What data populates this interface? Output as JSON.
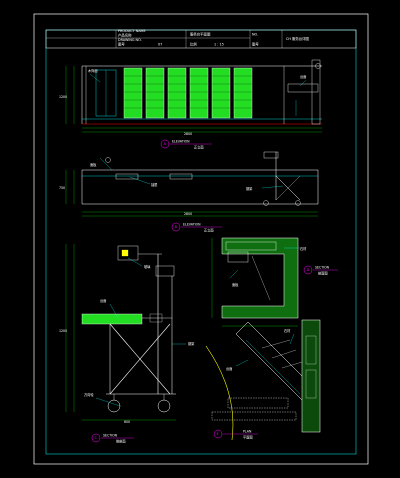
{
  "title_block": {
    "product_name_label": "PRODUCT NAME",
    "product_name_value": "产品名称",
    "drawing_title": "服务台平面图",
    "drawing_no_label": "DRAWING NO.",
    "drawing_no_value": "图号",
    "sheet_code": "07",
    "scale_label": "比例",
    "scale_value": "1 : 15",
    "right_cell_top": "NO.",
    "right_cell_bottom": "图号",
    "right_title": "CH 服务台详图"
  },
  "views": {
    "elevation_top": {
      "number": "A",
      "title": "ELEVATION",
      "subtitle": "正立面"
    },
    "elevation_middle": {
      "number": "B",
      "title": "ELEVATION",
      "subtitle": "正立面"
    },
    "section_left": {
      "number": "C",
      "title": "SECTION",
      "subtitle": "侧剖面"
    },
    "section_right": {
      "number": "D",
      "title": "SECTION",
      "subtitle": "剖面图"
    },
    "plan": {
      "number": "E",
      "title": "PLAN",
      "subtitle": "平面图"
    }
  },
  "dimensions": {
    "overall_width": "2800",
    "overall_height": "1200",
    "depth": "600",
    "side_height": "750"
  },
  "annotations": {
    "cabinet_door": "木饰面",
    "counter_top": "台面",
    "steel_frame": "钢架",
    "wheel": "万向轮",
    "glass": "玻璃",
    "stone": "石材",
    "drawer": "抽屉",
    "panel": "面板"
  },
  "colors": {
    "line_white": "#ffffff",
    "line_cyan": "#00ffff",
    "line_green": "#00ff00",
    "line_red": "#ff0000",
    "line_magenta": "#ff00ff",
    "line_yellow": "#ffff00",
    "hatch_green": "#22dd22",
    "background": "#000000"
  }
}
